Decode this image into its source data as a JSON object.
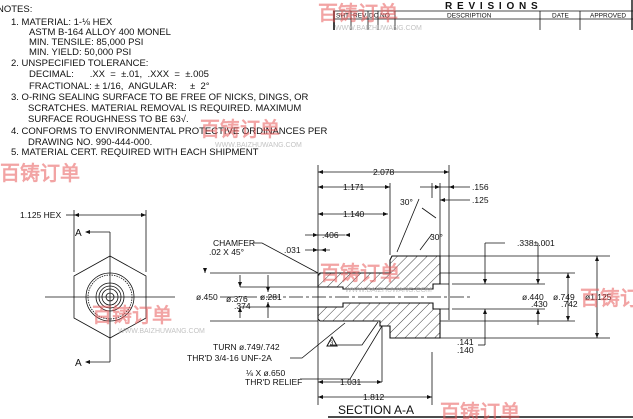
{
  "notes": {
    "title": "NOTES:",
    "lines": [
      "1. MATERIAL: 1-⅛ HEX",
      "ASTM B-164 ALLOY 400 MONEL",
      "MIN. TENSILE: 85,000 PSI",
      "MIN. YIELD: 50,000 PSI",
      "2. UNSPECIFIED TOLERANCE:",
      "DECIMAL:      .XX  =  ±.01,  .XXX  =  ±.005",
      "FRACTIONAL: ± 1/16,  ANGULAR:     ±  2°",
      "3. O-RING SEALING SURFACE TO BE FREE OF NICKS, DINGS, OR",
      "SCRATCHES. MATERIAL REMOVAL IS REQUIRED. MAXIMUM",
      "SURFACE ROUGHNESS TO BE 63√.",
      "4. CONFORMS TO ENVIRONMENTAL PROTECTIVE ORDINANCES PER",
      "DRAWING NO. 990-444-000.",
      "5. MATERIAL CERT. REQUIRED WITH EACH SHIPMENT"
    ]
  },
  "revisions": {
    "title": "R E V I S I O N S",
    "columns": [
      "SHT",
      "REV",
      "DC",
      "NO",
      "DESCRIPTION",
      "DATE",
      "APPROVED"
    ]
  },
  "end_view": {
    "hex": "1.125  HEX",
    "section_mark": "A"
  },
  "section": {
    "title": "SECTION  A-A",
    "dims": {
      "overall": "2.078",
      "d1171": "1.171",
      "d156": ".156",
      "d125": ".125",
      "ang1": "30°",
      "ang2": "30°",
      "d1140": "1.140",
      "d406": ".406",
      "d031": ".031",
      "chamfer1": "CHAMFER",
      "chamfer2": ".02 X 45°",
      "d338": ".338±.001",
      "dia450": "ø.450",
      "dia376a": "ø.376",
      "dia376b": ".374",
      "dia281": "ø.281",
      "dia440a": "ø.440",
      "dia440b": ".430",
      "dia749a": "ø.749",
      "dia749b": ".742",
      "dia1125": "ø1.125",
      "d141a": ".141",
      "d141b": ".140",
      "turn1": "TURN ø.749/.742",
      "turn2": "THR'D 3/4-16 UNF-2A",
      "relief1": "⅛ X ø.650",
      "relief2": "THR'D RELIEF",
      "d1031": "1.031",
      "d1812": "1.812",
      "flag": "3"
    }
  },
  "watermark": {
    "brand": "百铸订单",
    "url": "WWW.BAIZHUWANG.COM"
  }
}
